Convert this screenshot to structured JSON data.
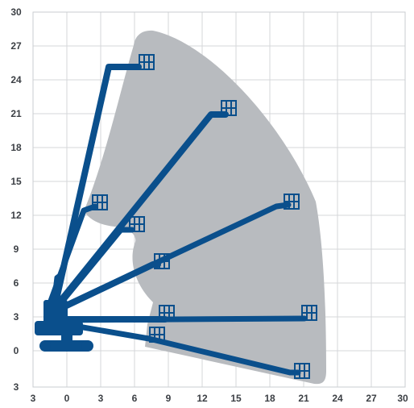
{
  "diagram": {
    "type": "working-envelope",
    "x_ticks": [
      "3",
      "0",
      "3",
      "6",
      "9",
      "12",
      "15",
      "18",
      "21",
      "24",
      "27",
      "30"
    ],
    "y_ticks": [
      "30",
      "27",
      "24",
      "21",
      "18",
      "15",
      "12",
      "9",
      "6",
      "3",
      "0",
      "3"
    ],
    "colors": {
      "envelope": "#b8bbbf",
      "boom": "#0a4f8c",
      "grid": "#d5d7da",
      "tick_text": "#3b3f44"
    },
    "boom_positions": [
      "upper",
      "upper-mid",
      "mid-low",
      "mid",
      "horizontal-near",
      "horizontal-far",
      "below-grade",
      "mid-upper-short",
      "vertical-short"
    ]
  }
}
